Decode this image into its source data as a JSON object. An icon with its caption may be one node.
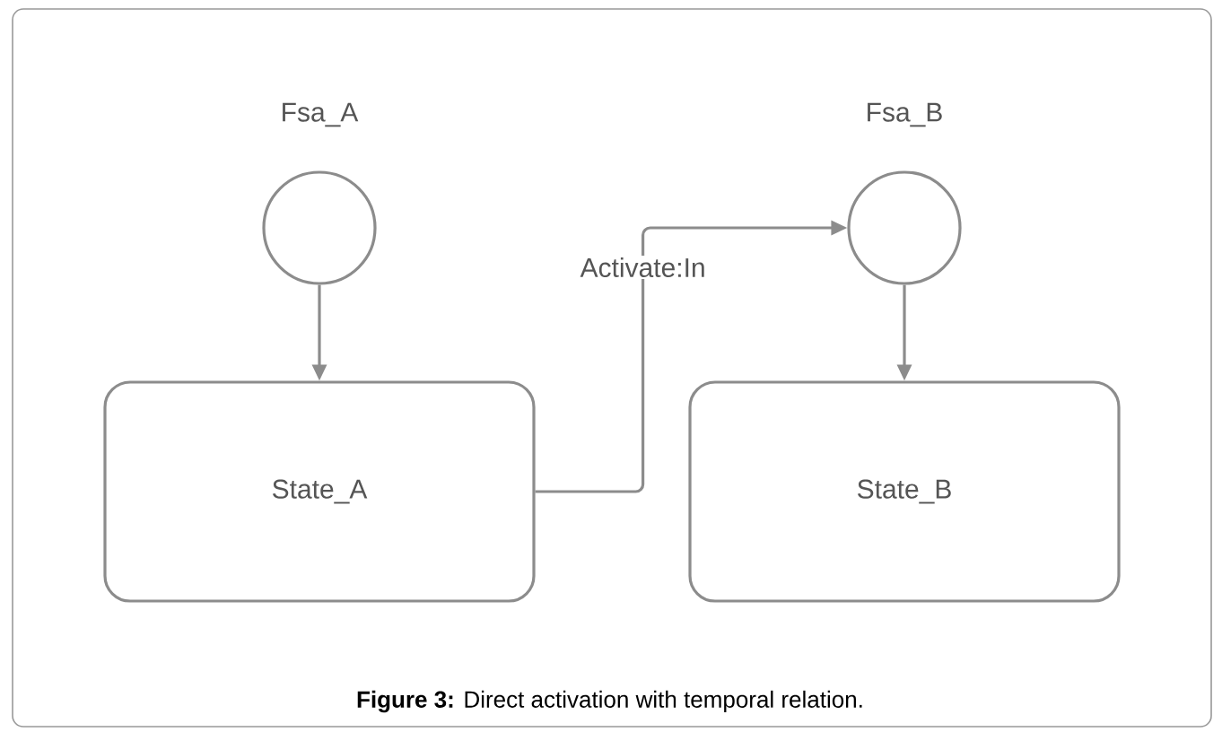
{
  "diagram": {
    "caption": "**Figure 3:** Direct activation with temporal relation.",
    "nodes": [
      {
        "text": [
          "Fsa_A"
        ]
      },
      {
        "text": [
          "State_A"
        ]
      },
      {
        "text": [
          "Fsa_B"
        ]
      },
      {
        "text": [
          "State_B"
        ]
      }
    ],
    "edges": [
      {
        "from": 0,
        "to": 1,
        "arrow": "to"
      },
      {
        "from": 1,
        "to": 2,
        "arrow": "to",
        "label": "Activate:In"
      },
      {
        "from": 2,
        "to": 3,
        "arrow": "to"
      }
    ]
  }
}
